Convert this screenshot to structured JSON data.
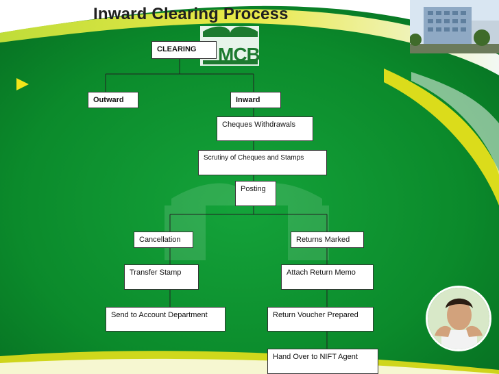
{
  "slide": {
    "title": "Inward Clearing Process",
    "logo": "MCB",
    "icons": {
      "bullet": "play-triangle-icon"
    }
  },
  "nodes": {
    "clearing": "CLEARING",
    "outward": "Outward",
    "inward": "Inward",
    "cheques_withdrawals": "Cheques Withdrawals",
    "scrutiny": "Scrutiny of Cheques and Stamps",
    "posting": "Posting",
    "cancellation": "Cancellation",
    "returns_marked": "Returns Marked",
    "transfer_stamp": "Transfer Stamp",
    "attach_return_memo": "Attach Return Memo",
    "send_to_account": "Send to Account Department",
    "return_voucher": "Return Voucher Prepared",
    "hand_over_nift": "Hand Over to NIFT Agent"
  },
  "colors": {
    "background_green": "#0c8a2c",
    "accent_yellow": "#f2e51a",
    "box_fill": "#ffffff"
  }
}
